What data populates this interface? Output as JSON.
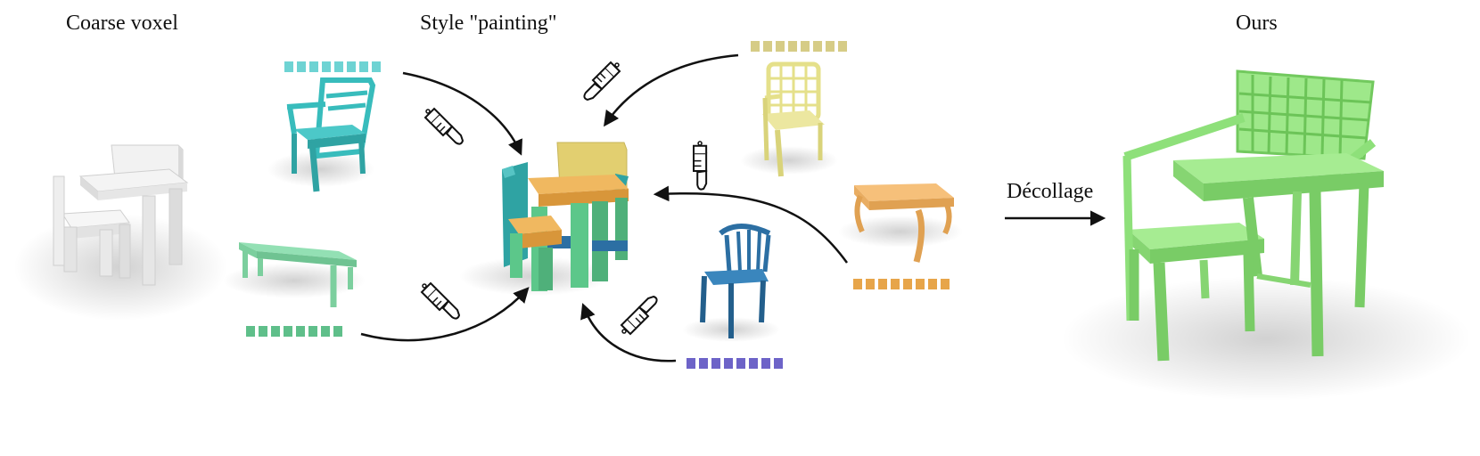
{
  "labels": {
    "coarse_voxel": "Coarse voxel",
    "style_painting": "Style \"painting\"",
    "ours": "Ours",
    "decollage": "Décollage"
  },
  "colors": {
    "cyan": "#6ed3d3",
    "mint": "#5fbf8a",
    "khaki": "#d6cc86",
    "orange": "#e7a54a",
    "purple": "#6d63c8",
    "green_result": "#8ee07a",
    "gray_voxel": "#e8e8e8"
  },
  "style_codes": [
    {
      "name": "cyan-code",
      "color": "#6ed3d3",
      "cells": 8
    },
    {
      "name": "mint-code",
      "color": "#5fbf8a",
      "cells": 8
    },
    {
      "name": "khaki-code",
      "color": "#d6cc86",
      "cells": 8
    },
    {
      "name": "orange-code",
      "color": "#e7a54a",
      "cells": 8
    },
    {
      "name": "purple-code",
      "color": "#6d63c8",
      "cells": 8
    }
  ],
  "icons": [
    "paintbrush-icon",
    "arrow-icon"
  ]
}
